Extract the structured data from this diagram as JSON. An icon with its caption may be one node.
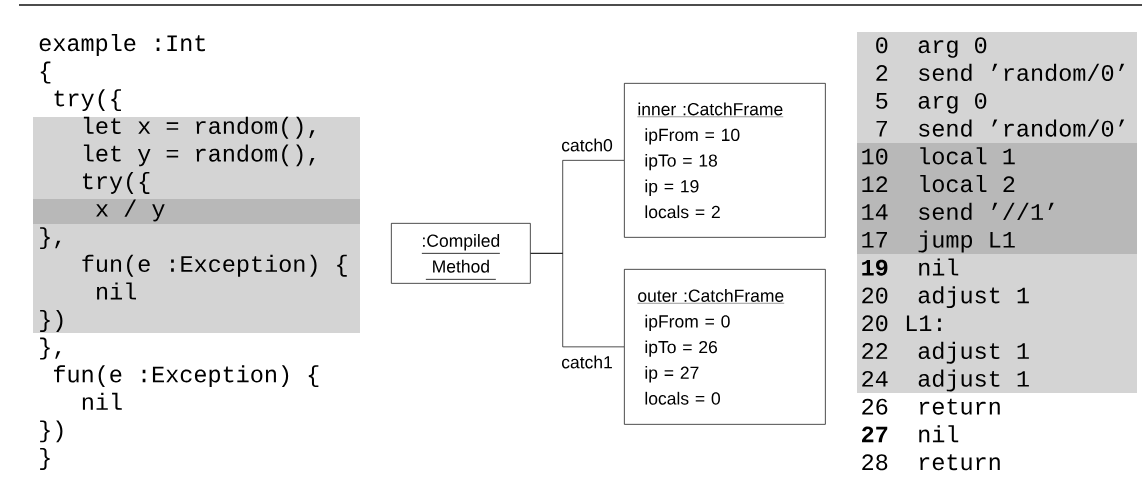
{
  "diagram": {
    "nodes": [
      {
        "text": [
          ":Compiled Method"
        ]
      },
      {
        "text": [
          "inner :CatchFrame",
          "ipFrom = 10",
          "ipTo = 18",
          "ip = 19",
          "locals = 2"
        ]
      },
      {
        "text": [
          "outer :CatchFrame",
          "ipFrom = 0",
          "ipTo = 26",
          "ip = 27",
          "locals = 0"
        ]
      }
    ],
    "edges": [
      {
        "from": 0,
        "to": 1,
        "arrow": "none",
        "label": "catch0"
      },
      {
        "from": 0,
        "to": 2,
        "arrow": "none",
        "label": "catch1"
      }
    ],
    "labels": [
      "example :Int",
      "{",
      "try({",
      "let x = random(),",
      "let y = random(),",
      "try({",
      "x / y",
      "},",
      "fun(e :Exception) {",
      "nil",
      "})",
      "},",
      "fun(e :Exception) {",
      "nil",
      "})",
      "}",
      "0",
      "arg 0",
      "2",
      "send ’random/0’",
      "5",
      "arg 0",
      "7",
      "send ’random/0’",
      "10",
      "local 1",
      "12",
      "local 2",
      "14",
      "send ’//1’",
      "17",
      "jump L1",
      "19",
      "nil",
      "20",
      "adjust 1",
      "20",
      "L1:",
      "22",
      "adjust 1",
      "24",
      "adjust 1",
      "26",
      "return",
      "27",
      "nil",
      "28",
      "return"
    ]
  }
}
